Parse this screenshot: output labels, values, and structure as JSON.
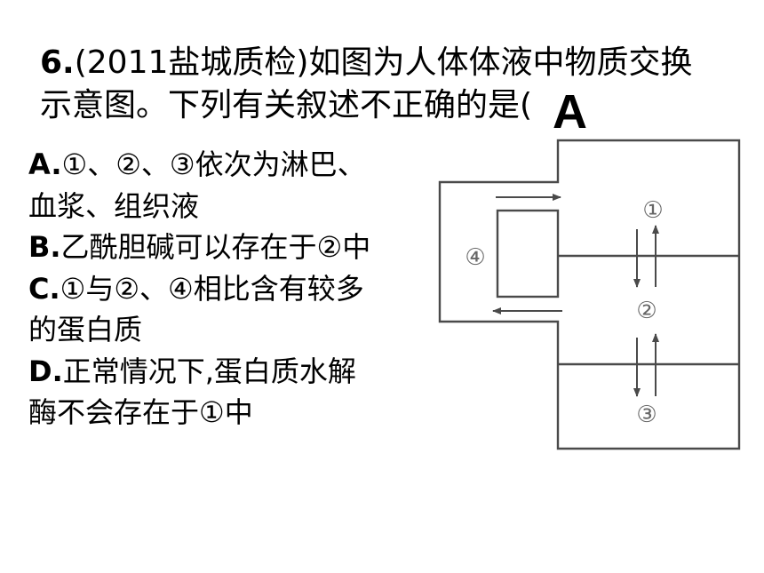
{
  "question": {
    "number": "6.",
    "line1_rest": "(2011盐城质检)如图为人体体液中物质交换",
    "line2": "示意图。下列有关叙述不正确的是(",
    "answer": "A"
  },
  "options": [
    {
      "letter": "A.",
      "lines": [
        "①、②、③依次为淋巴、",
        "血浆、组织液"
      ]
    },
    {
      "letter": "B.",
      "lines": [
        "乙酰胆碱可以存在于②中"
      ]
    },
    {
      "letter": "C.",
      "lines": [
        "①与②、④相比含有较多",
        "的蛋白质"
      ]
    },
    {
      "letter": "D.",
      "lines": [
        "正常情况下,蛋白质水解",
        "酶不会存在于①中"
      ]
    }
  ],
  "diagram": {
    "labels": {
      "one": "①",
      "two": "②",
      "three": "③",
      "four": "④"
    }
  }
}
